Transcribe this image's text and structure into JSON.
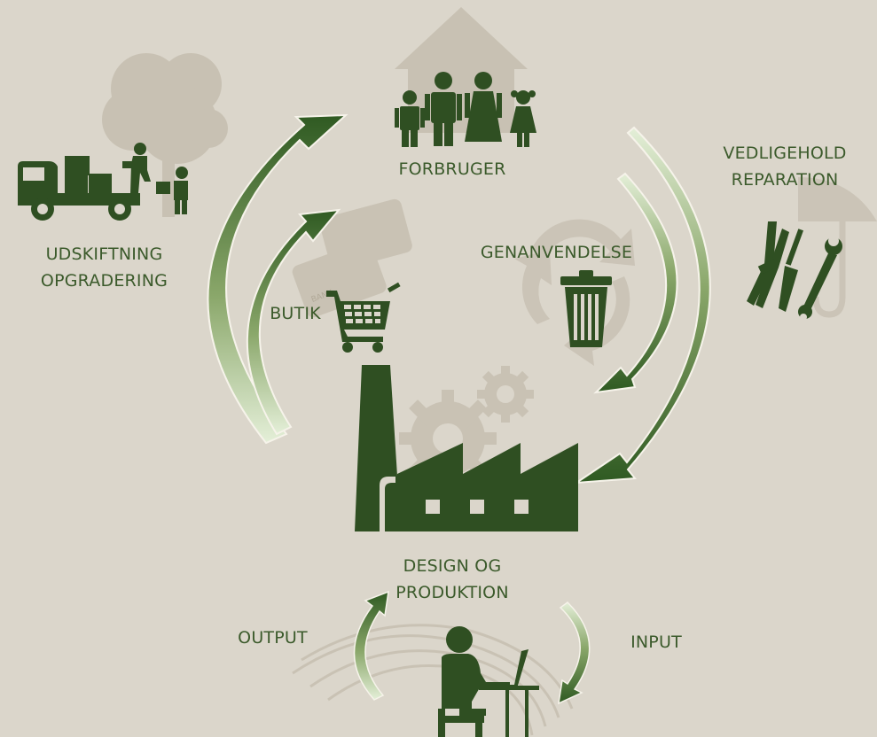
{
  "diagram": {
    "title": "",
    "colors": {
      "background": "#dbd6cb",
      "primary_green": "#2f4f22",
      "label_green": "#3b5a2b",
      "ghost_gray": "#c4bdb0"
    },
    "nodes": {
      "consumer": {
        "label": "FORBRUGER",
        "icon": "family-house-icon"
      },
      "production": {
        "line1": "DESIGN OG",
        "line2": "PRODUKTION",
        "icon": "factory-icon"
      },
      "replacement": {
        "line1": "UDSKIFTNING",
        "line2": "OPGRADERING",
        "icon": "delivery-truck-icon"
      },
      "maintenance": {
        "line1": "VEDLIGEHOLD",
        "line2": "REPARATION",
        "icon": "tools-icon"
      },
      "recycling": {
        "label": "GENANVENDELSE",
        "icon": "trash-can-icon"
      },
      "shop": {
        "label": "BUTIK",
        "icon": "shopping-cart-icon"
      },
      "output": {
        "label": "OUTPUT"
      },
      "input": {
        "label": "INPUT"
      },
      "designer": {
        "icon": "person-at-laptop-icon"
      }
    },
    "ghost_text": {
      "bank": "BANK"
    }
  }
}
